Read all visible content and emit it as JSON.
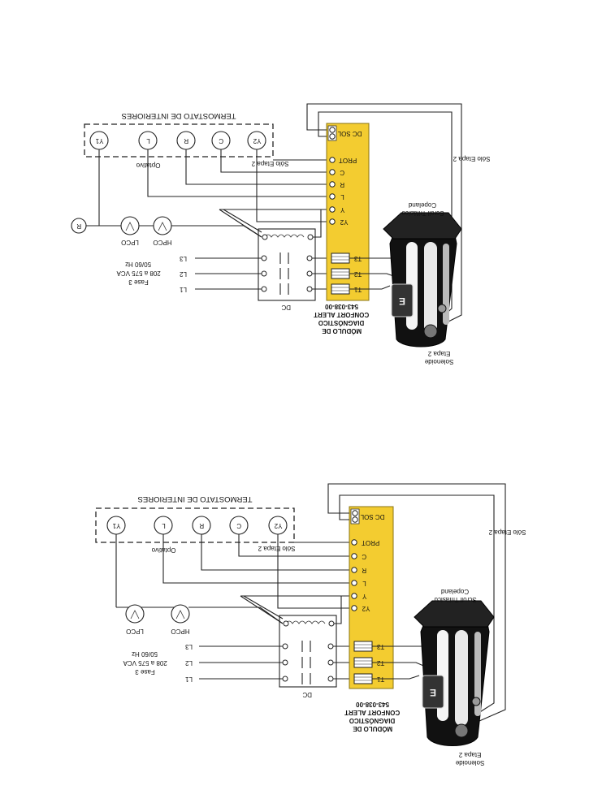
{
  "colors": {
    "module_fill": "#f3cc30",
    "module_stroke": "#8a7414",
    "line": "#222222"
  },
  "diagrams": [
    {
      "thermostat_title": "TERMOSTATO DE INTERIORES",
      "terminals": [
        "Y1",
        "L",
        "R",
        "C",
        "Y2"
      ],
      "optional_label": "Optativo",
      "stage2_label": "Sólo Etapa 2",
      "stage2_wire_label": "Sólo Etapa 2",
      "r_label": "R",
      "module_terminals": [
        "DC SOL",
        "PROT",
        "C",
        "R",
        "L",
        "Y",
        "Y2"
      ],
      "outputs": [
        "T3",
        "T2",
        "T1"
      ],
      "lines": [
        "L3",
        "L2",
        "L1"
      ],
      "lpco": "LPCO",
      "hpco": "HPCO",
      "supply": [
        "Fase 3",
        "208 a 575 VCA",
        "50/60 Hz"
      ],
      "contactor": "DC",
      "module_title": [
        "MÓDULO DE",
        "DIAGNÓSTICO",
        "CONFORT ALERT",
        "543-038-00"
      ],
      "compressor": [
        "Copeland",
        "Scroll Trifásico"
      ],
      "solenoid": [
        "Solenoide",
        "Etapa 2"
      ],
      "badge": "E"
    },
    {
      "thermostat_title": "TERMOSTATO DE INTERIORES",
      "terminals": [
        "Y1",
        "L",
        "R",
        "C",
        "Y2"
      ],
      "optional_label": "Optativo",
      "stage2_label": "Sólo Etapa 2",
      "stage2_wire_label": "Sólo Etapa 2",
      "module_terminals": [
        "DC SOL",
        "PROT",
        "C",
        "R",
        "L",
        "Y",
        "Y2"
      ],
      "outputs": [
        "T3",
        "T2",
        "T1"
      ],
      "lines": [
        "L3",
        "L2",
        "L1"
      ],
      "lpco": "LPCO",
      "hpco": "HPCO",
      "supply": [
        "Fase 3",
        "208 a 575 VCA",
        "50/60 Hz"
      ],
      "contactor": "DC",
      "module_title": [
        "MÓDULO DE",
        "DIAGNÓSTICO",
        "CONFORT ALERT",
        "543-038-00"
      ],
      "compressor": [
        "Copeland",
        "Scroll Trifásico"
      ],
      "solenoid": [
        "Solenoide",
        "Etapa 2"
      ],
      "badge": "E"
    }
  ]
}
